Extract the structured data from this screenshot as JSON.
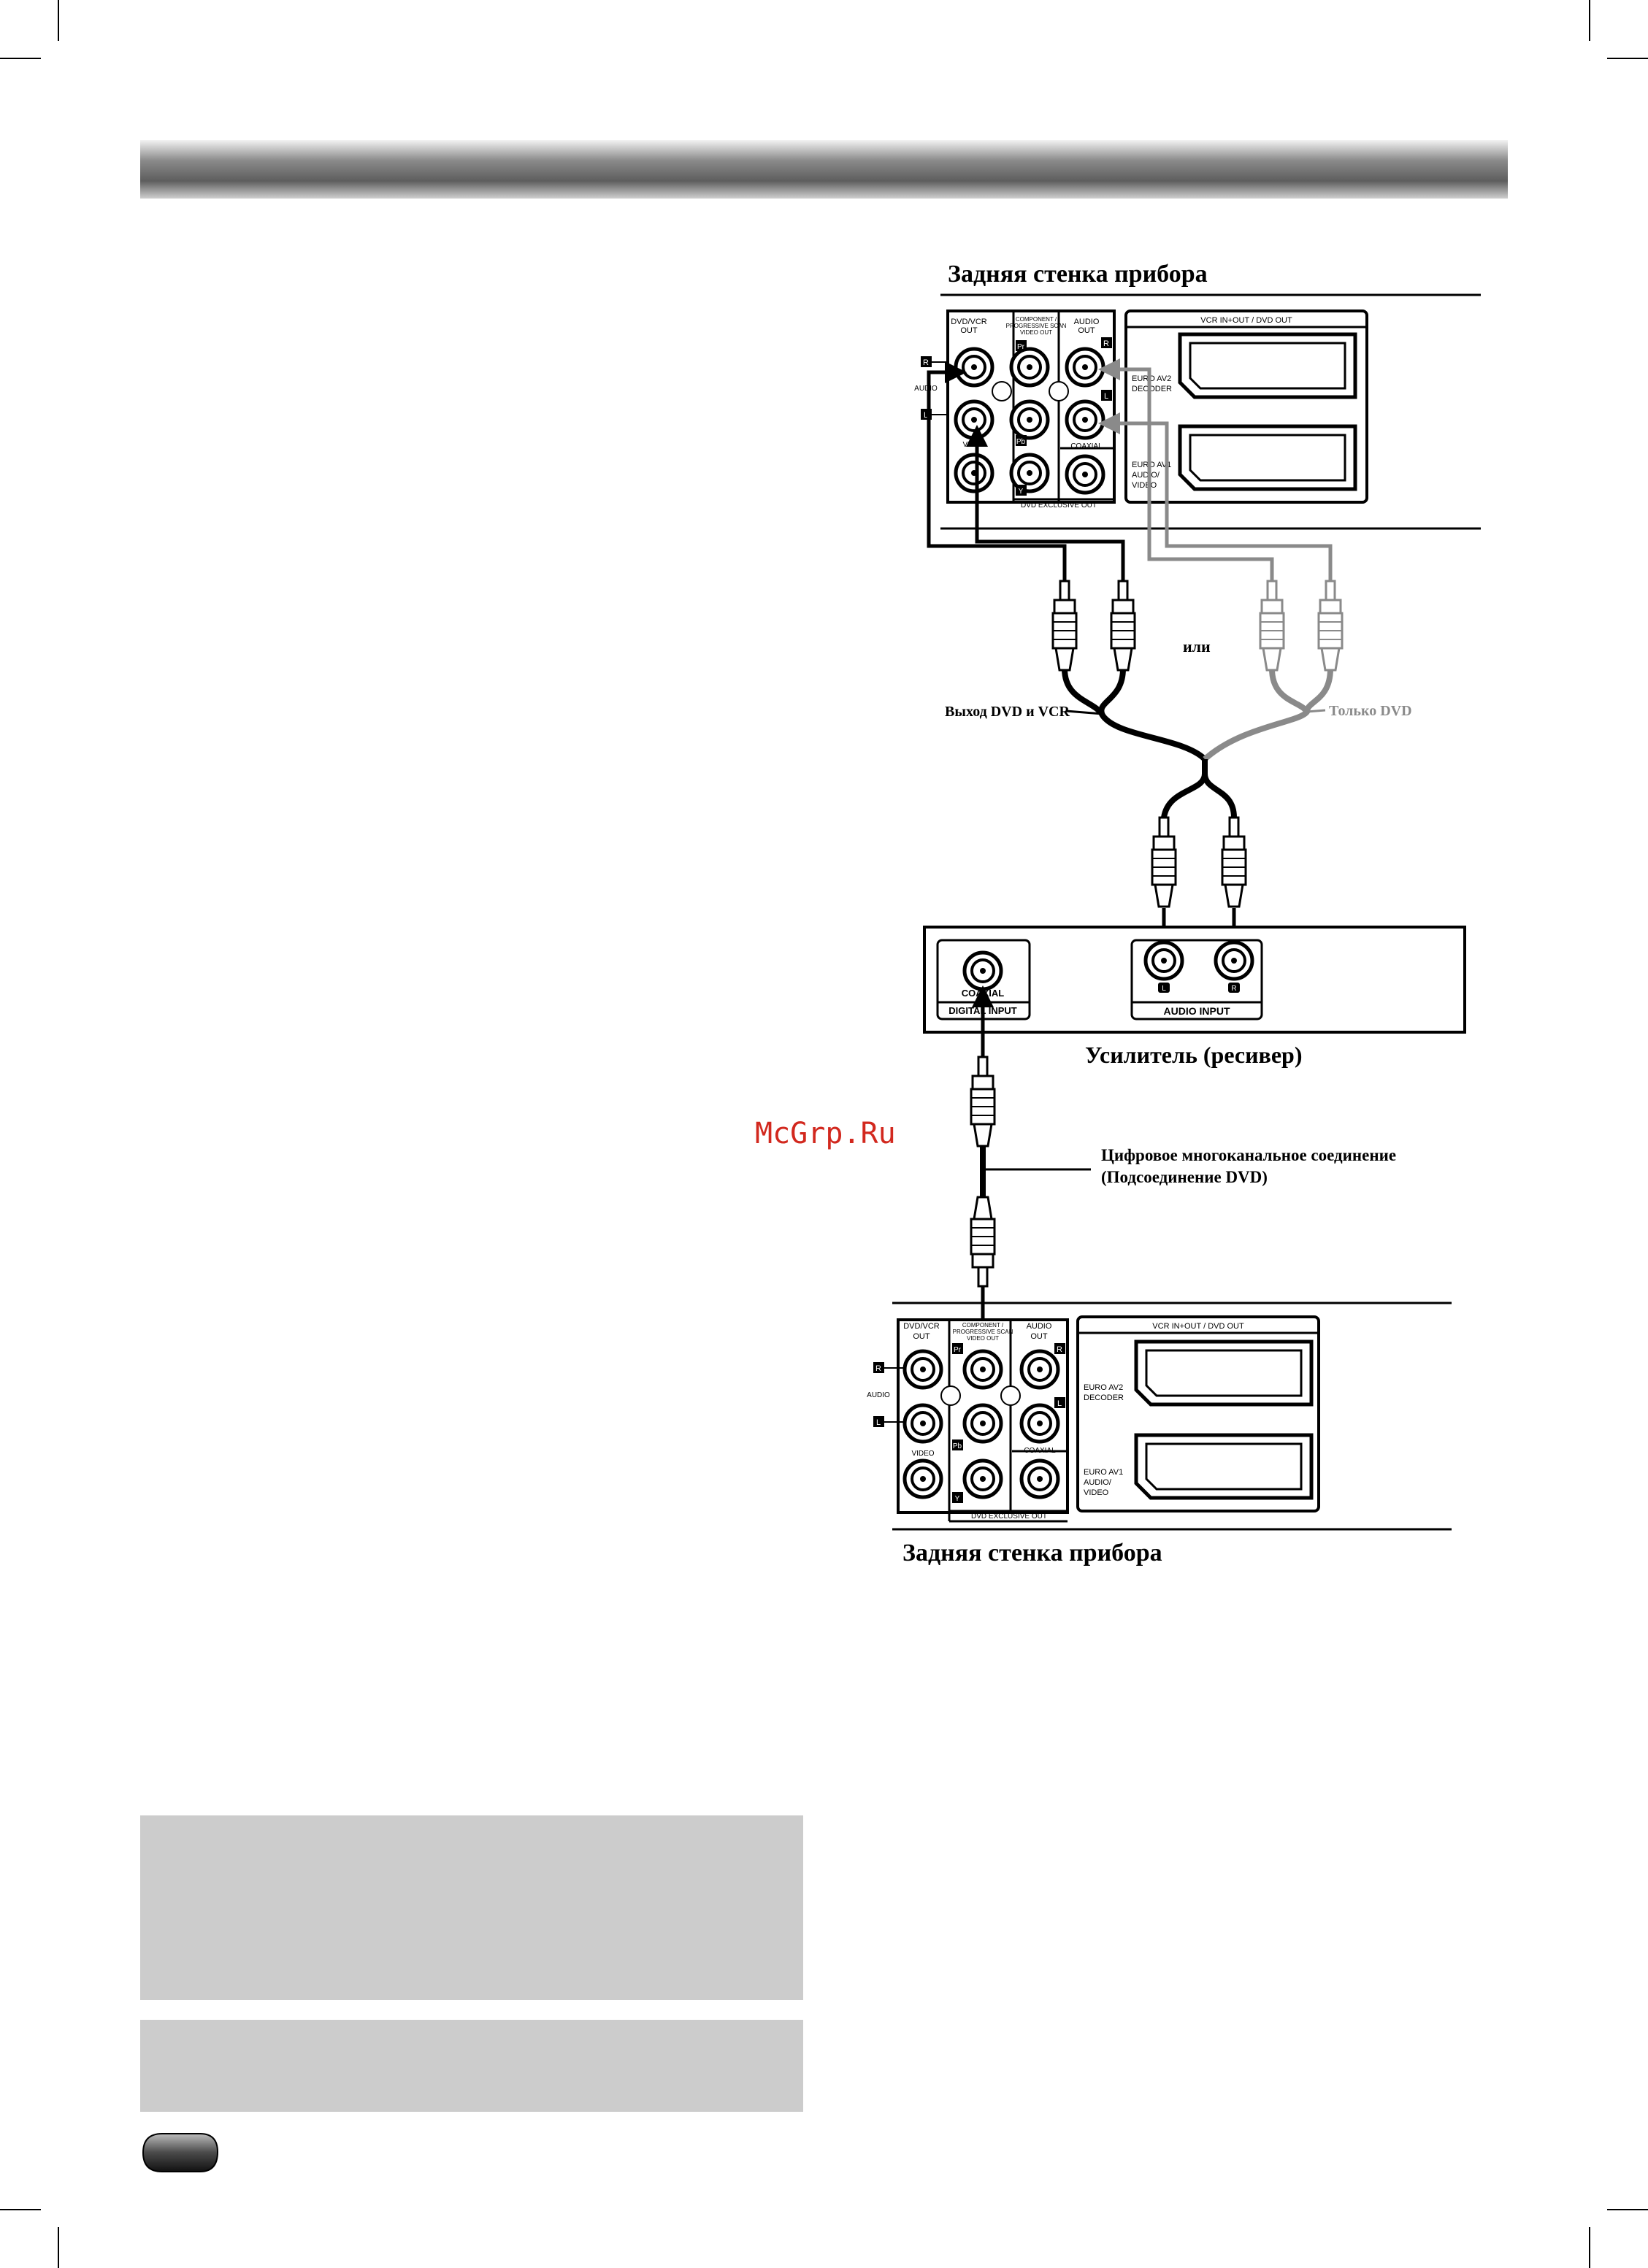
{
  "labels": {
    "rear_panel_top": "Задняя стенка прибора",
    "rear_panel_bottom": "Задняя стенка прибора",
    "or": "или",
    "out_dvd_vcr": "Выход DVD и VCR",
    "dvd_only": "Только DVD",
    "amplifier": "Усилитель (ресивер)",
    "digital_conn_line1": "Цифровое многоканальное соединение",
    "digital_conn_line2": "(Подсоединение DVD)",
    "watermark": "McGrp.Ru"
  },
  "panel": {
    "dvd_vcr_out_1": "DVD/VCR",
    "dvd_vcr_out_2": "OUT",
    "component_1": "COMPONENT /",
    "component_2": "PROGRESSIVE SCAN",
    "component_3": "VIDEO OUT",
    "audio_out_1": "AUDIO",
    "audio_out_2": "OUT",
    "r": "R",
    "l": "L",
    "audio": "AUDIO",
    "video": "VIDEO",
    "pr": "Pr",
    "pb": "Pb",
    "y": "Y",
    "coaxial": "COAXIAL",
    "dvd_exclusive_out": "DVD EXCLUSIVE OUT",
    "vcr_in_out": "VCR IN+OUT / DVD OUT",
    "euro_av2_1": "EURO AV2",
    "euro_av2_2": "DECODER",
    "euro_av1_1": "EURO AV1",
    "euro_av1_2": "AUDIO/",
    "euro_av1_3": "VIDEO"
  },
  "amp": {
    "coaxial": "COAXIAL",
    "digital_input": "DIGITAL INPUT",
    "audio_input": "AUDIO INPUT",
    "l": "L",
    "r": "R"
  }
}
